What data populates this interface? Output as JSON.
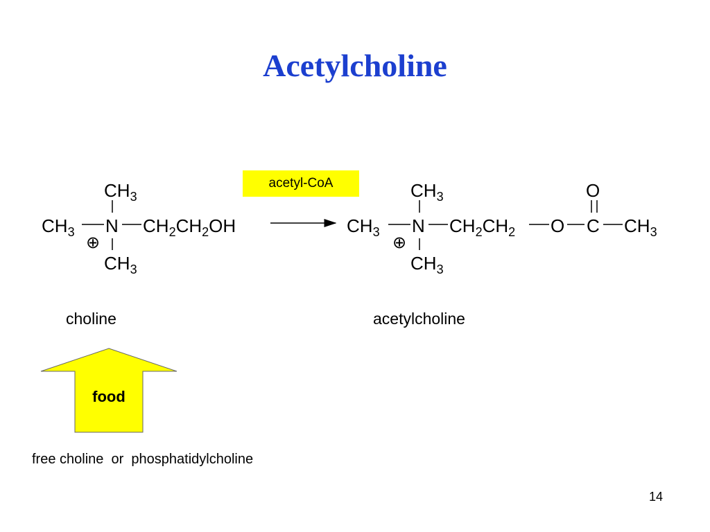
{
  "slide": {
    "title": "Acetylcholine",
    "page_number": "14"
  },
  "reaction": {
    "reagent": "acetyl-CoA",
    "reactant_name": "choline",
    "product_name": "acetylcholine"
  },
  "atoms": {
    "ch": "CH",
    "three": "3",
    "two": "2",
    "n": "N",
    "oh": "OH",
    "o": "O",
    "c": "C",
    "plus": "⊕"
  },
  "source": {
    "arrow_label": "food",
    "caption": "free choline  or  phosphatidylcholine",
    "arrow_color": "#ffff00"
  },
  "colors": {
    "title": "#1c3fcf",
    "highlight": "#ffff00"
  }
}
